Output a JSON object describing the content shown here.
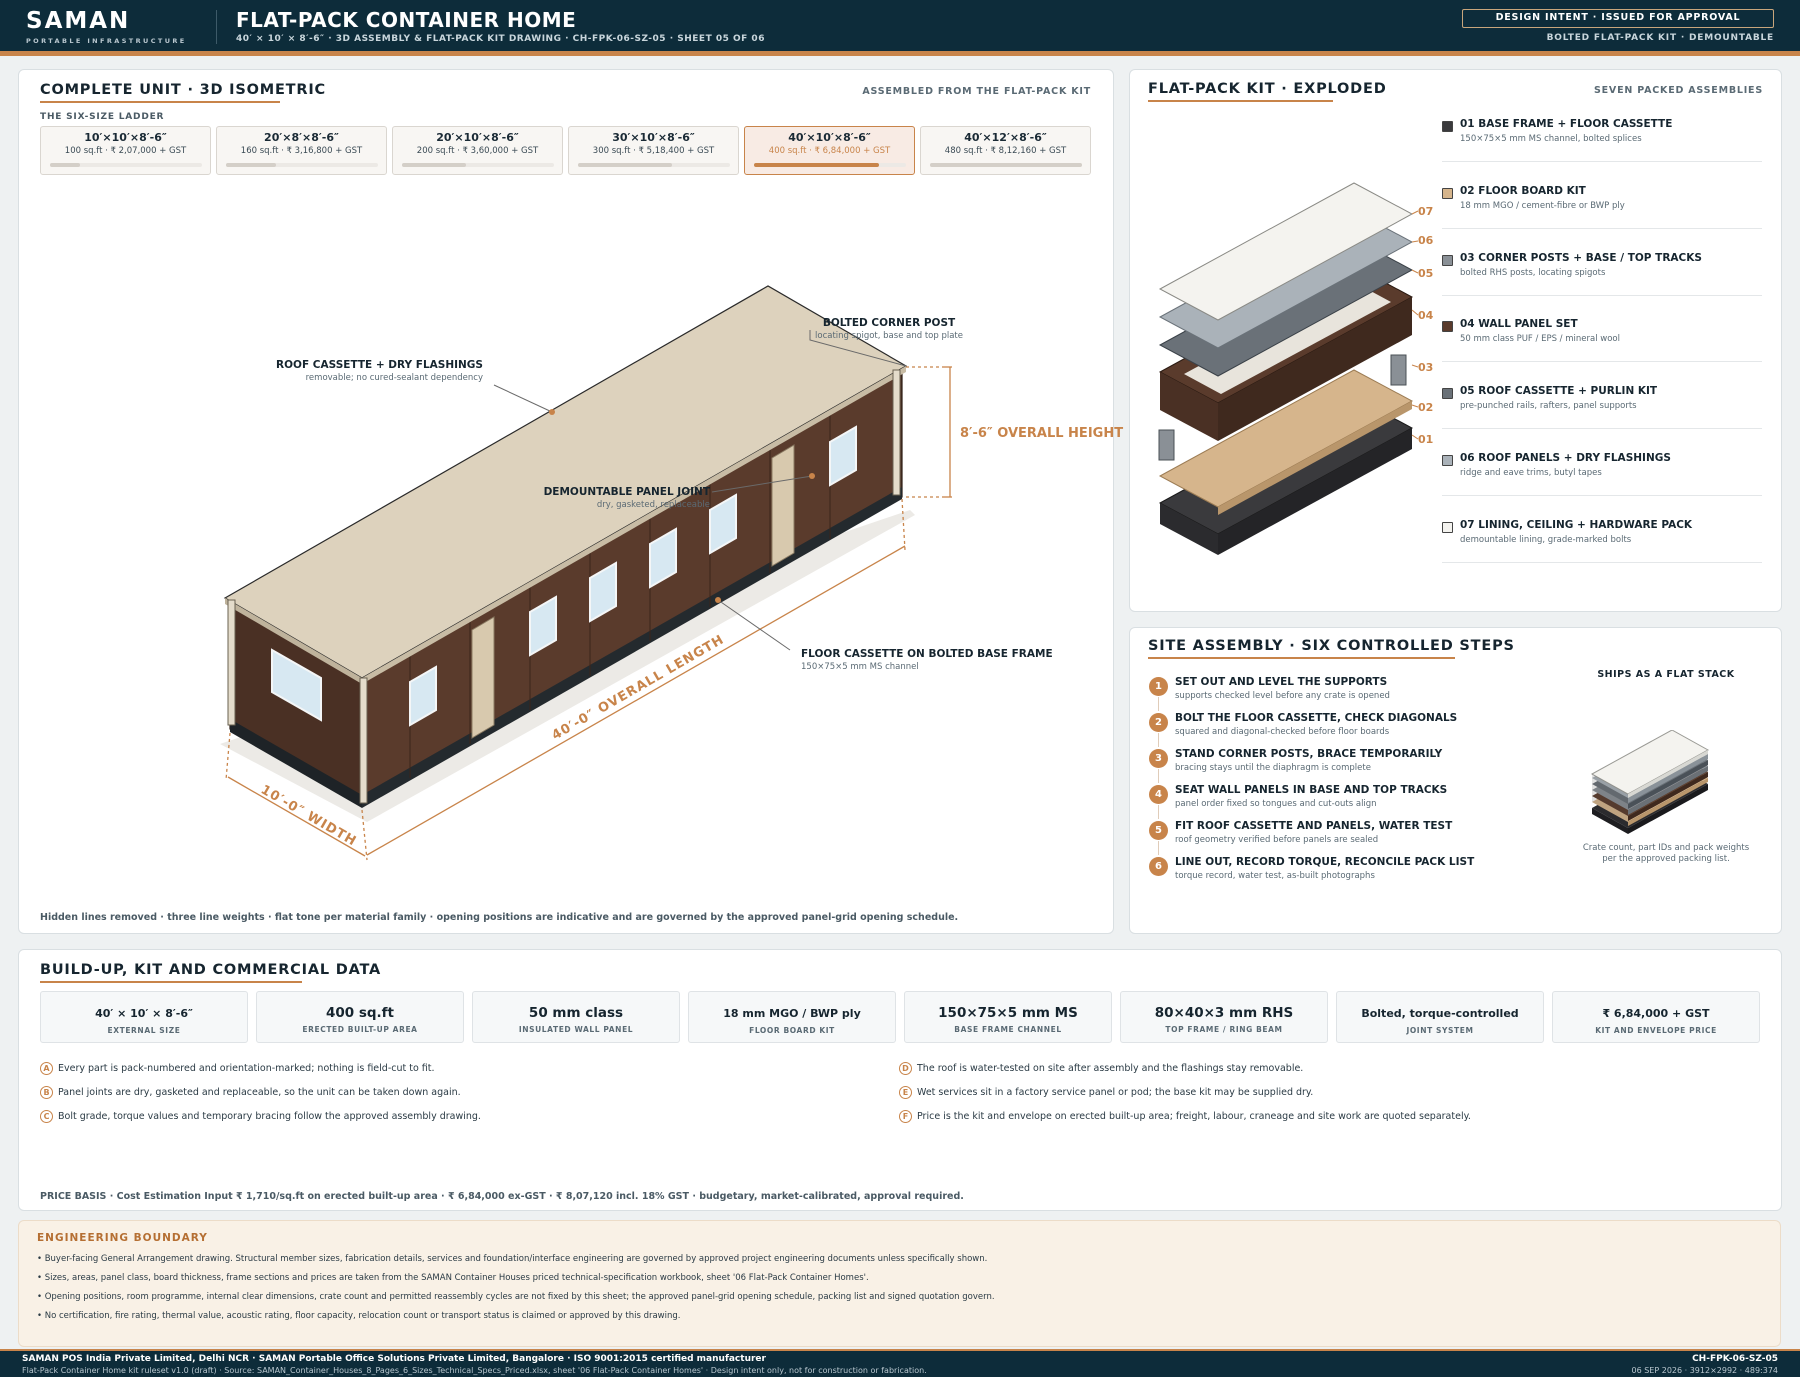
{
  "header": {
    "brand": "SAMAN",
    "brand_sub": "PORTABLE INFRASTRUCTURE",
    "title": "FLAT-PACK CONTAINER HOME",
    "subtitle": "40′ × 10′ × 8′-6″ · 3D ASSEMBLY & FLAT-PACK KIT DRAWING · CH-FPK-06-SZ-05 · SHEET 05 OF 06",
    "badge": "DESIGN INTENT · ISSUED FOR APPROVAL",
    "badge2": "BOLTED FLAT-PACK KIT · DEMOUNTABLE"
  },
  "iso": {
    "title": "COMPLETE UNIT · 3D ISOMETRIC",
    "right": "ASSEMBLED FROM THE FLAT-PACK KIT",
    "ladder_label": "THE SIX-SIZE LADDER",
    "sizes": [
      {
        "name": "10′×10′×8′-6″",
        "info": "100 sq.ft · ₹ 2,07,000 + GST",
        "fill": 0.2
      },
      {
        "name": "20′×8′×8′-6″",
        "info": "160 sq.ft · ₹ 3,16,800 + GST",
        "fill": 0.33
      },
      {
        "name": "20′×10′×8′-6″",
        "info": "200 sq.ft · ₹ 3,60,000 + GST",
        "fill": 0.42
      },
      {
        "name": "30′×10′×8′-6″",
        "info": "300 sq.ft · ₹ 5,18,400 + GST",
        "fill": 0.62
      },
      {
        "name": "40′×10′×8′-6″",
        "info": "400 sq.ft · ₹ 6,84,000 + GST",
        "fill": 0.82,
        "active": true
      },
      {
        "name": "40′×12′×8′-6″",
        "info": "480 sq.ft · ₹ 8,12,160 + GST",
        "fill": 1.0
      }
    ],
    "callouts": {
      "roof": "ROOF CASSETTE + DRY FLASHINGS",
      "roof_sub": "removable; no cured-sealant dependency",
      "post": "BOLTED CORNER POST",
      "post_sub": "locating spigot, base and top plate",
      "joint": "DEMOUNTABLE PANEL JOINT",
      "joint_sub": "dry, gasketed, replaceable",
      "floor": "FLOOR CASSETTE ON BOLTED BASE FRAME",
      "floor_sub": "150×75×5 mm MS channel",
      "height": "8′-6″ OVERALL HEIGHT",
      "length": "40′-0″ OVERALL LENGTH",
      "width": "10′-0″ WIDTH"
    },
    "note": "Hidden lines removed · three line weights · flat tone per material family · opening positions are indicative and are governed by the approved panel-grid opening schedule."
  },
  "kit": {
    "title": "FLAT-PACK KIT · EXPLODED",
    "right": "SEVEN PACKED ASSEMBLIES",
    "items": [
      {
        "name": "01 BASE FRAME + FLOOR CASSETTE",
        "desc": "150×75×5 mm MS channel, bolted splices",
        "color": "#3a3a3d"
      },
      {
        "name": "02 FLOOR BOARD KIT",
        "desc": "18 mm MGO / cement-fibre or BWP ply",
        "color": "#d6b58c"
      },
      {
        "name": "03 CORNER POSTS + BASE / TOP TRACKS",
        "desc": "bolted RHS posts, locating spigots",
        "color": "#8a9096"
      },
      {
        "name": "04 WALL PANEL SET",
        "desc": "50 mm class PUF / EPS / mineral wool",
        "color": "#5a3b2c"
      },
      {
        "name": "05 ROOF CASSETTE + PURLIN KIT",
        "desc": "pre-punched rails, rafters, panel supports",
        "color": "#6a7178"
      },
      {
        "name": "06 ROOF PANELS + DRY FLASHINGS",
        "desc": "ridge and eave trims, butyl tapes",
        "color": "#aab2b9"
      },
      {
        "name": "07 LINING, CEILING + HARDWARE PACK",
        "desc": "demountable lining, grade-marked bolts",
        "color": "#f4f3ef"
      }
    ],
    "labels": [
      "07",
      "06",
      "05",
      "04",
      "03",
      "02",
      "01"
    ]
  },
  "assembly": {
    "title": "SITE ASSEMBLY · SIX CONTROLLED STEPS",
    "stack_label": "SHIPS AS A FLAT STACK",
    "stack_caption": "Crate count, part IDs and pack weights per the approved packing list.",
    "steps": [
      {
        "num": "1",
        "title": "SET OUT AND LEVEL THE SUPPORTS",
        "desc": "supports checked level before any crate is opened"
      },
      {
        "num": "2",
        "title": "BOLT THE FLOOR CASSETTE, CHECK DIAGONALS",
        "desc": "squared and diagonal-checked before floor boards"
      },
      {
        "num": "3",
        "title": "STAND CORNER POSTS, BRACE TEMPORARILY",
        "desc": "bracing stays until the diaphragm is complete"
      },
      {
        "num": "4",
        "title": "SEAT WALL PANELS IN BASE AND TOP TRACKS",
        "desc": "panel order fixed so tongues and cut-outs align"
      },
      {
        "num": "5",
        "title": "FIT ROOF CASSETTE AND PANELS, WATER TEST",
        "desc": "roof geometry verified before panels are sealed"
      },
      {
        "num": "6",
        "title": "LINE OUT, RECORD TORQUE, RECONCILE PACK LIST",
        "desc": "torque record, water test, as-built photographs"
      }
    ]
  },
  "data": {
    "title": "BUILD-UP, KIT AND COMMERCIAL DATA",
    "specs": [
      {
        "value": "40′ × 10′ × 8′-6″",
        "label": "EXTERNAL SIZE",
        "small": true
      },
      {
        "value": "400 sq.ft",
        "label": "ERECTED BUILT-UP AREA"
      },
      {
        "value": "50 mm class",
        "label": "INSULATED WALL PANEL"
      },
      {
        "value": "18 mm MGO / BWP ply",
        "label": "FLOOR BOARD KIT",
        "small": true
      },
      {
        "value": "150×75×5 mm MS",
        "label": "BASE FRAME CHANNEL"
      },
      {
        "value": "80×40×3 mm RHS",
        "label": "TOP FRAME / RING BEAM"
      },
      {
        "value": "Bolted, torque-controlled",
        "label": "JOINT SYSTEM",
        "small": true
      },
      {
        "value": "₹ 6,84,000 + GST",
        "label": "KIT AND ENVELOPE PRICE",
        "small": true
      }
    ],
    "rules": [
      {
        "letter": "A",
        "text": "Every part is pack-numbered and orientation-marked; nothing is field-cut to fit."
      },
      {
        "letter": "B",
        "text": "Panel joints are dry, gasketed and replaceable, so the unit can be taken down again."
      },
      {
        "letter": "C",
        "text": "Bolt grade, torque values and temporary bracing follow the approved assembly drawing."
      },
      {
        "letter": "D",
        "text": "The roof is water-tested on site after assembly and the flashings stay removable."
      },
      {
        "letter": "E",
        "text": "Wet services sit in a factory service panel or pod; the base kit may be supplied dry."
      },
      {
        "letter": "F",
        "text": "Price is the kit and envelope on erected built-up area; freight, labour, craneage and site work are quoted separately."
      }
    ],
    "price_basis": "PRICE BASIS · Cost Estimation Input ₹ 1,710/sq.ft on erected built-up area · ₹ 6,84,000 ex-GST · ₹ 8,07,120 incl. 18% GST · budgetary, market-calibrated, approval required."
  },
  "engineering": {
    "title": "ENGINEERING BOUNDARY",
    "items": [
      "• Buyer-facing General Arrangement drawing. Structural member sizes, fabrication details, services and foundation/interface engineering are governed by approved project engineering documents unless specifically shown.",
      "• Sizes, areas, panel class, board thickness, frame sections and prices are taken from the SAMAN Container Houses priced technical-specification workbook, sheet '06 Flat-Pack Container Homes'.",
      "• Opening positions, room programme, internal clear dimensions, crate count and permitted reassembly cycles are not fixed by this sheet; the approved panel-grid opening schedule, packing list and signed quotation govern.",
      "• No certification, fire rating, thermal value, acoustic rating, floor capacity, relocation count or transport status is claimed or approved by this drawing."
    ]
  },
  "footer": {
    "left1": "SAMAN POS India Private Limited, Delhi NCR · SAMAN Portable Office Solutions Private Limited, Bangalore · ISO 9001:2015 certified manufacturer",
    "left2": "Flat-Pack Container Home kit ruleset v1.0 (draft) · Source: SAMAN_Container_Houses_8_Pages_6_Sizes_Technical_Specs_Priced.xlsx, sheet '06 Flat-Pack Container Homes' · Design intent only, not for construction or fabrication.",
    "right1": "CH-FPK-06-SZ-05",
    "right2": "06 SEP 2026 · 3912×2992 · 489:374"
  }
}
